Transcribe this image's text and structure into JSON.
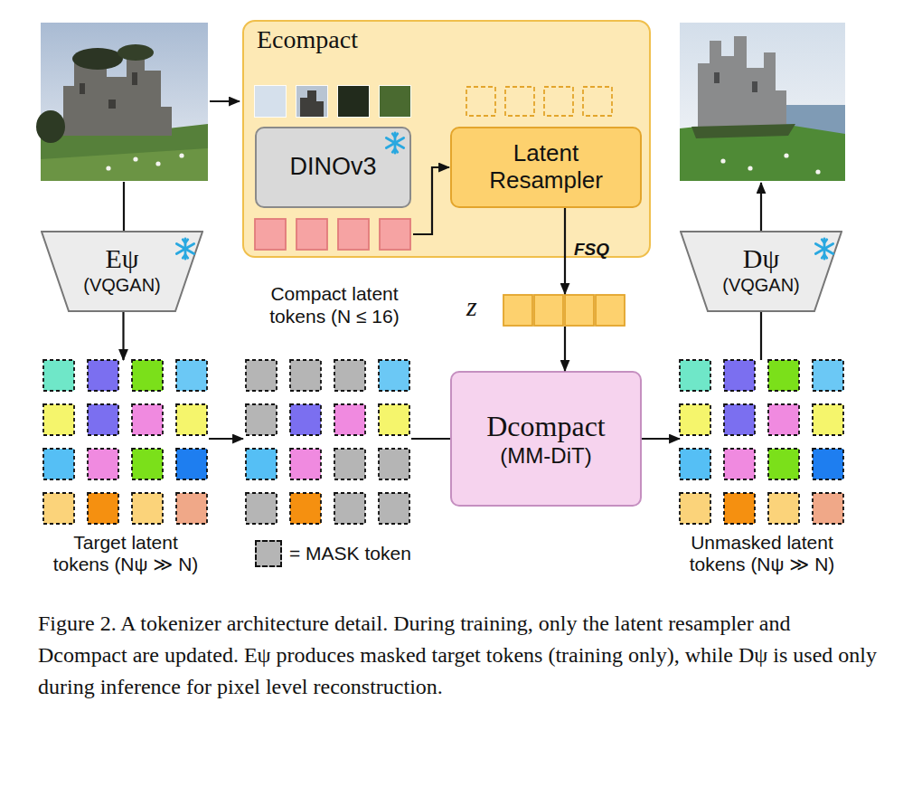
{
  "diagram": {
    "caption": "Figure 2. A tokenizer architecture detail. During training, only the latent resampler and Dcompact are updated. Eψ produces masked target tokens (training only), while Dψ is used only during inference for pixel level reconstruction.",
    "nodes": [
      {
        "text": [
          "Ecompact"
        ]
      },
      {
        "text": [
          "DINOv3"
        ],
        "in": 0
      },
      {
        "text": [
          "Latent Resampler"
        ],
        "in": 0
      },
      {
        "text": [
          "Eψ",
          "(VQGAN)"
        ]
      },
      {
        "text": [
          "Dψ",
          "(VQGAN)"
        ]
      },
      {
        "text": [
          "z"
        ]
      },
      {
        "text": [
          "Target latent tokens (Nψ ≫ N)"
        ]
      },
      {
        "text": [
          "Dcompact",
          "(MM-DiT)"
        ]
      },
      {
        "text": [
          "Unmasked latent tokens (Nψ ≫ N)"
        ]
      }
    ],
    "edges": [
      {
        "from": 2,
        "to": 5,
        "label": "FSQ",
        "arrow": "to"
      },
      {
        "from": 5,
        "to": 7,
        "arrow": "to"
      },
      {
        "from": 3,
        "to": 6,
        "arrow": "to"
      },
      {
        "from": 7,
        "to": 8,
        "arrow": "to"
      },
      {
        "from": 8,
        "to": 4,
        "arrow": "none"
      }
    ],
    "labels": [
      "Compact latent tokens (N ≤ 16)"
    ],
    "legend": [
      {
        "text": "= MASK token",
        "color": "#b5b5b5"
      }
    ]
  }
}
